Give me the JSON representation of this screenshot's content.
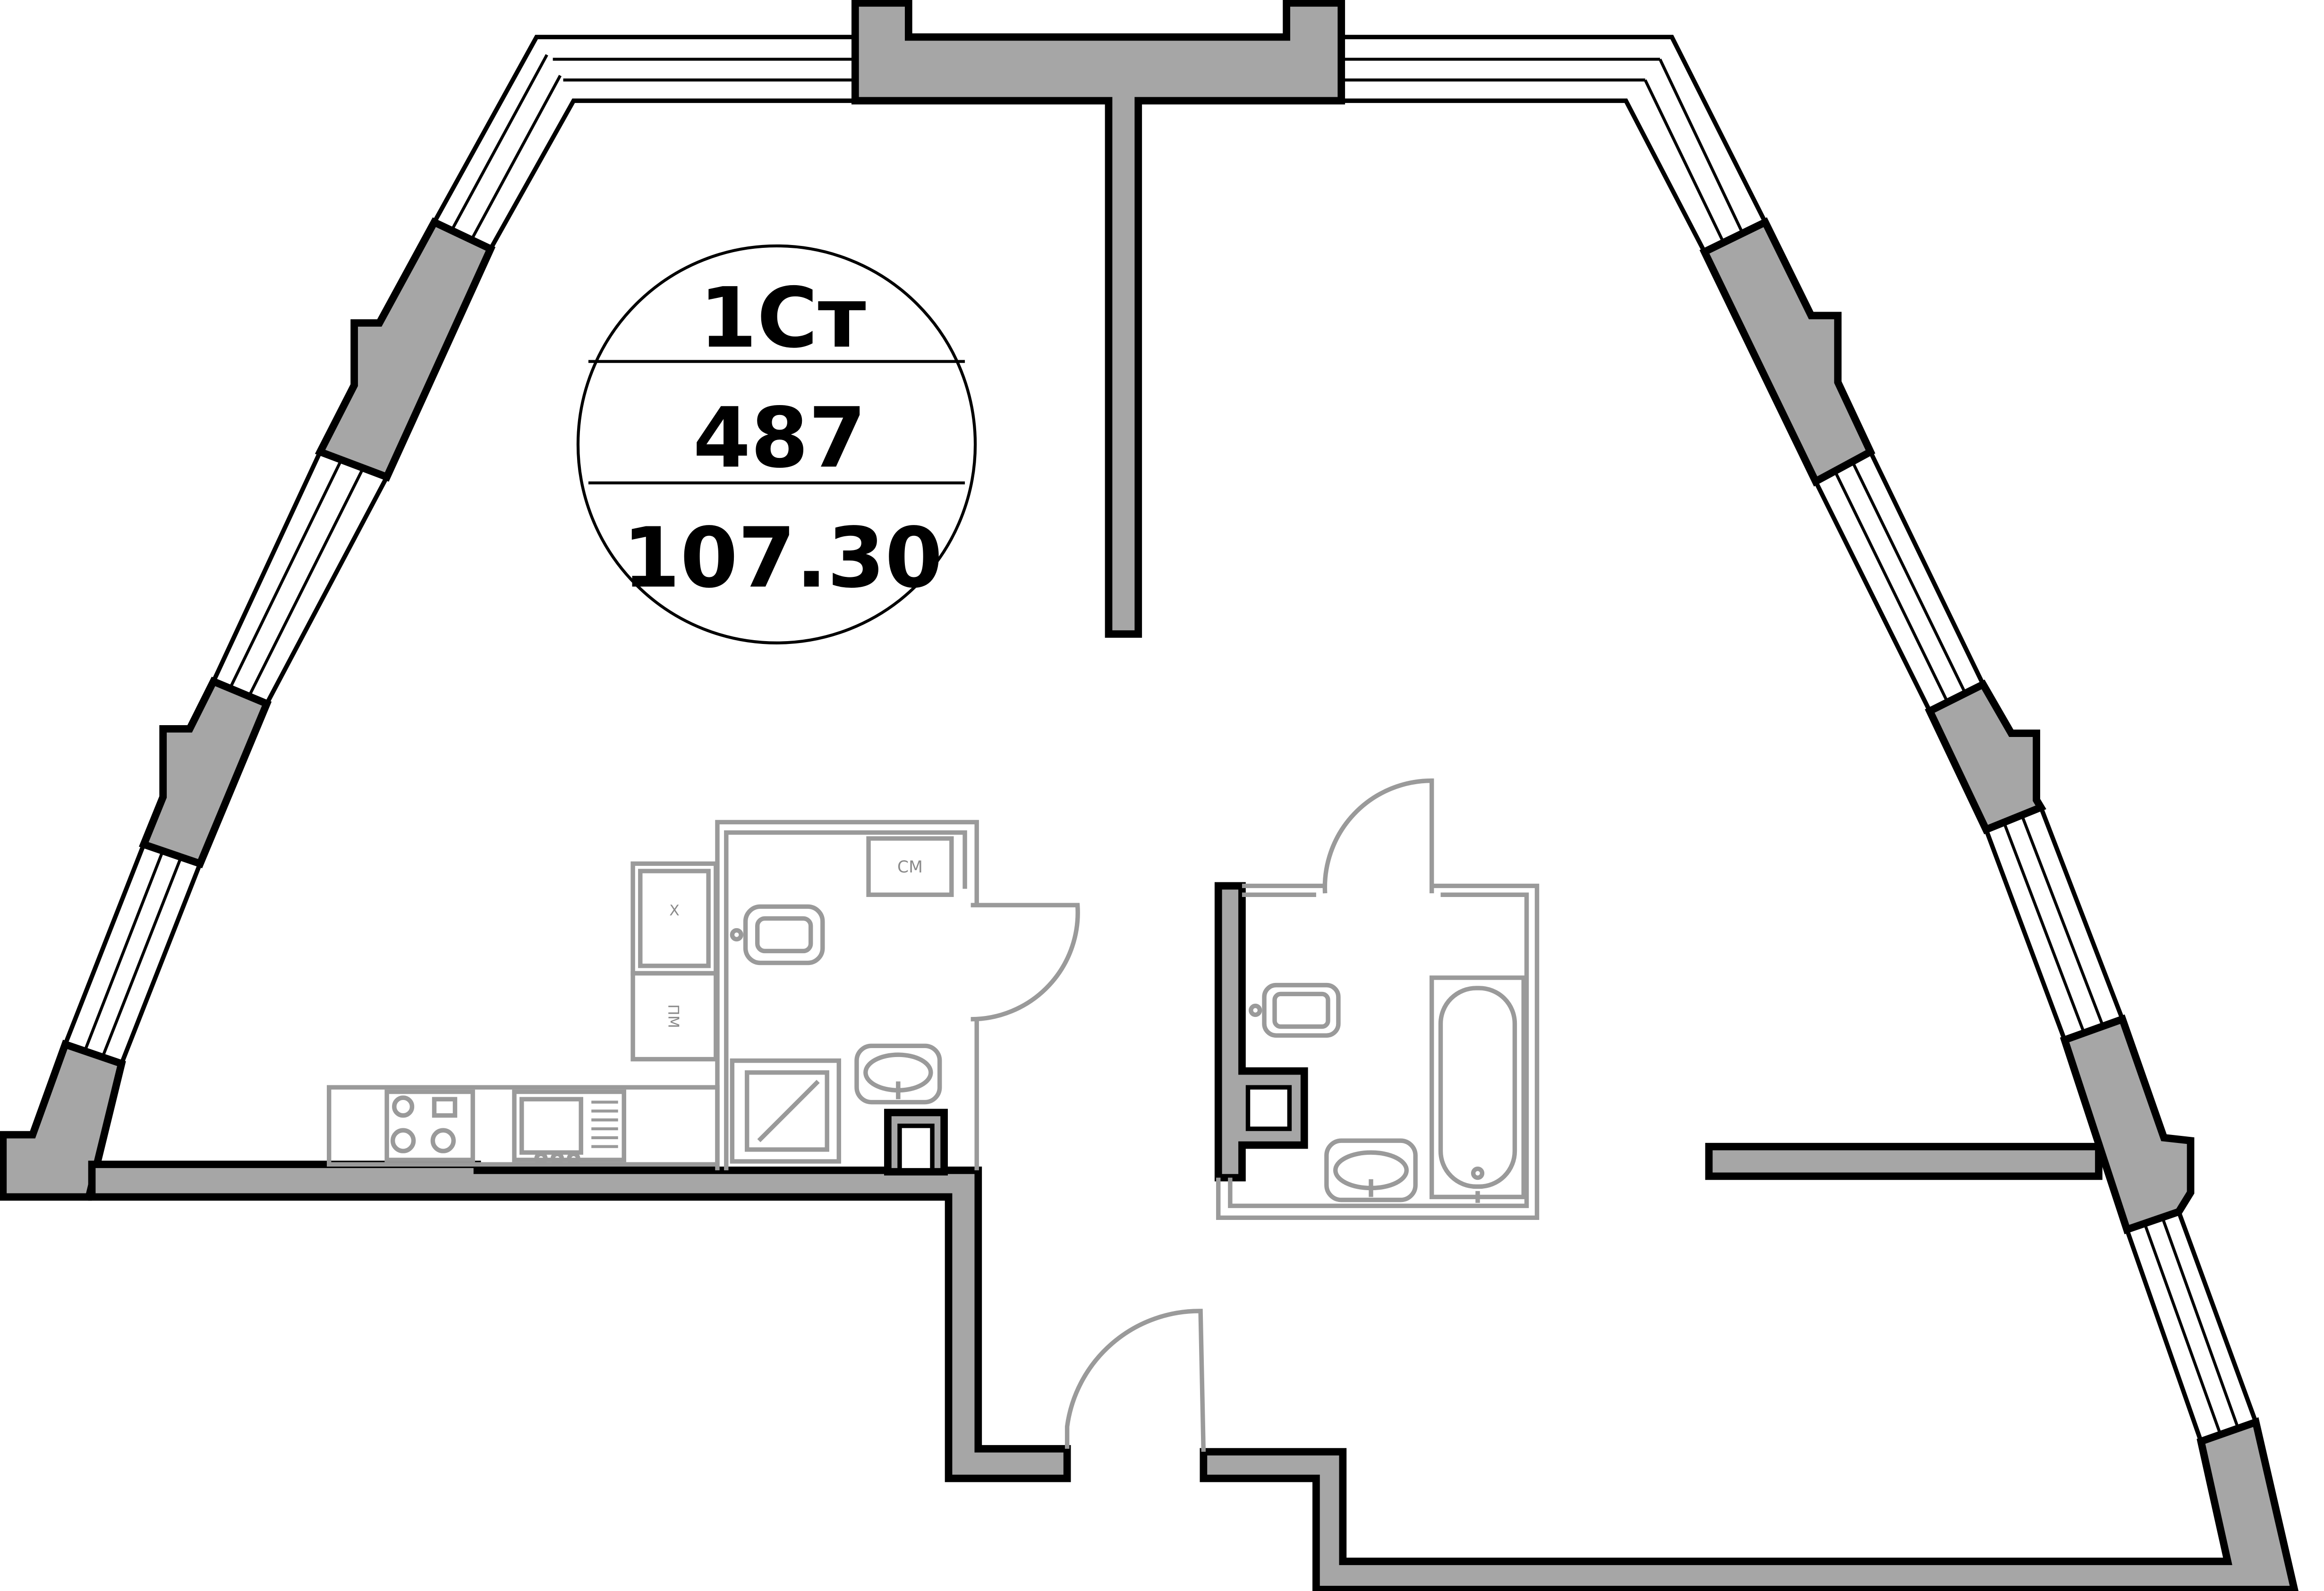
{
  "plan": {
    "apartment_type": "1Ст",
    "apartment_number": "487",
    "area": "107.30"
  },
  "fixtures": {
    "washing_machine": "СМ",
    "fridge": "Х",
    "dishwasher": "ПМ"
  },
  "colors": {
    "wall": "#a6a6a6",
    "outline": "#000000",
    "fixture": "#9a9a9a",
    "background": "#ffffff"
  }
}
